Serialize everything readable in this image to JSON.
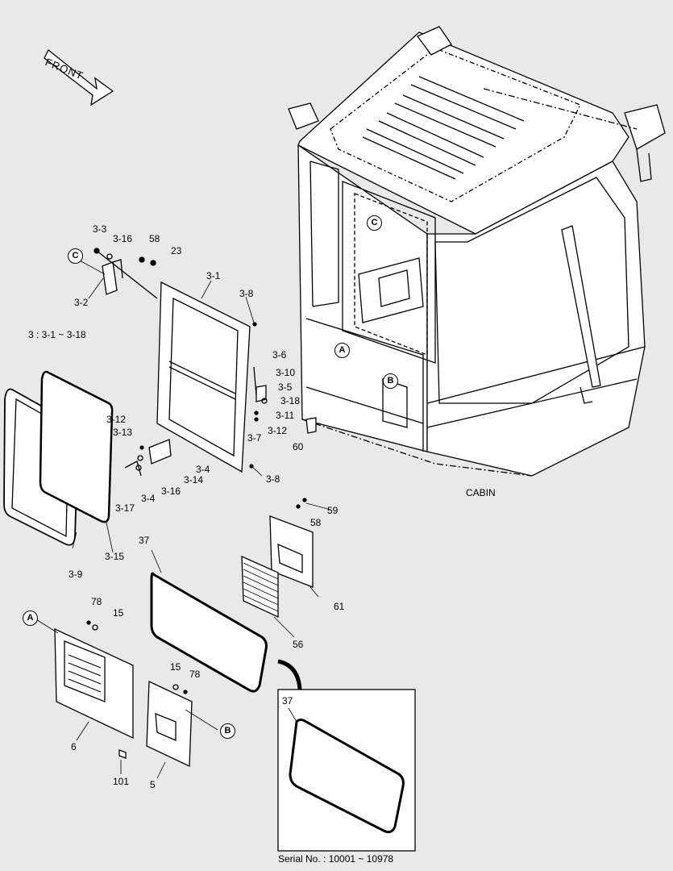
{
  "front_label": "FRONT",
  "cabin_label": "CABIN",
  "serial": "Serial No. : 10001 ~ 10978",
  "range_note": "3 : 3-1 ~ 3-18",
  "detail_callouts": [
    "A",
    "B",
    "C"
  ],
  "part_labels": [
    "3-3",
    "3-16",
    "58",
    "23",
    "3-2",
    "3-1",
    "3-8",
    "3-6",
    "3-10",
    "3-5",
    "3-18",
    "3-11",
    "3-12",
    "3-7",
    "60",
    "3-12",
    "3-13",
    "3-4",
    "3-14",
    "3-16",
    "3-4",
    "3-17",
    "3-8",
    "3-15",
    "3-9",
    "37",
    "59",
    "58",
    "61",
    "56",
    "78",
    "15",
    "6",
    "15",
    "78",
    "101",
    "5",
    "37"
  ]
}
